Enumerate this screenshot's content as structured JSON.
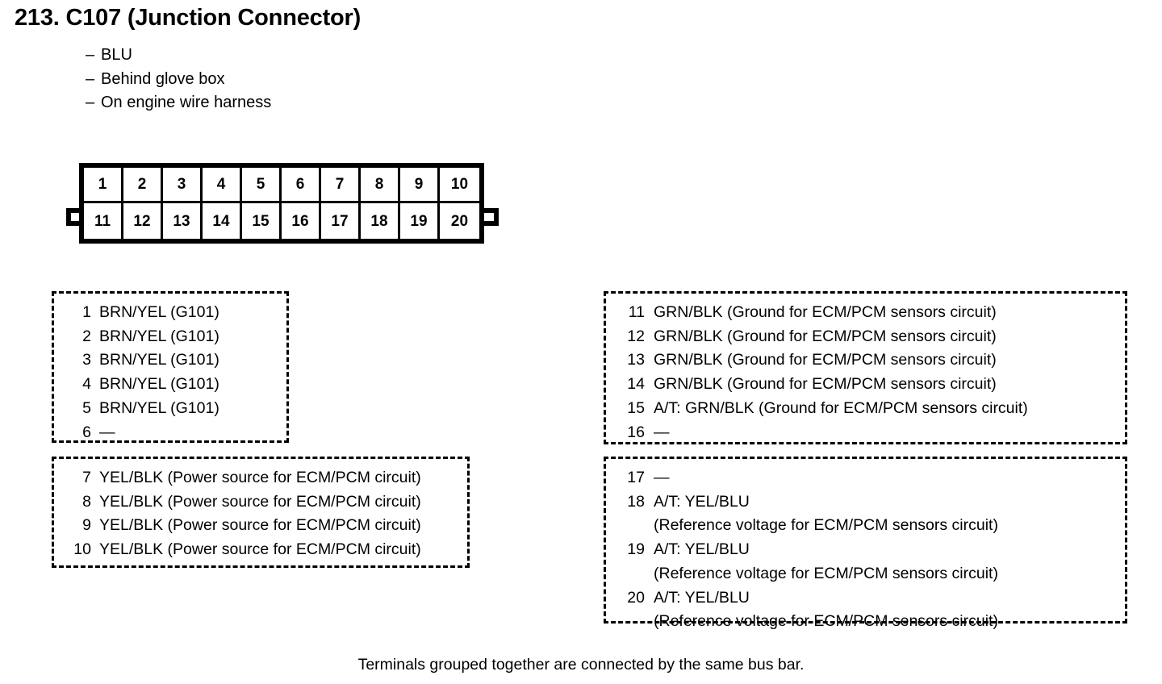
{
  "header": {
    "title": "213. C107 (Junction Connector)",
    "notes": [
      {
        "dash": "–",
        "text": "BLU"
      },
      {
        "dash": "–",
        "text": "Behind glove box"
      },
      {
        "dash": "–",
        "text": "On engine wire harness"
      }
    ]
  },
  "connector": {
    "name": "C107",
    "rows": [
      [
        "1",
        "2",
        "3",
        "4",
        "5",
        "6",
        "7",
        "8",
        "9",
        "10"
      ],
      [
        "11",
        "12",
        "13",
        "14",
        "15",
        "16",
        "17",
        "18",
        "19",
        "20"
      ]
    ]
  },
  "groups": [
    {
      "id": "group-1-6",
      "side": "left",
      "lines": [
        {
          "num": "1",
          "desc": "BRN/YEL (G101)"
        },
        {
          "num": "2",
          "desc": "BRN/YEL (G101)"
        },
        {
          "num": "3",
          "desc": "BRN/YEL (G101)"
        },
        {
          "num": "4",
          "desc": "BRN/YEL (G101)"
        },
        {
          "num": "5",
          "desc": "BRN/YEL (G101)"
        },
        {
          "num": "6",
          "desc": "—"
        }
      ]
    },
    {
      "id": "group-7-10",
      "side": "left",
      "lines": [
        {
          "num": "7",
          "desc": "YEL/BLK (Power source for ECM/PCM circuit)"
        },
        {
          "num": "8",
          "desc": "YEL/BLK (Power source for ECM/PCM circuit)"
        },
        {
          "num": "9",
          "desc": "YEL/BLK (Power source for ECM/PCM circuit)"
        },
        {
          "num": "10",
          "desc": "YEL/BLK (Power source for ECM/PCM circuit)"
        }
      ]
    },
    {
      "id": "group-11-16",
      "side": "right",
      "lines": [
        {
          "num": "11",
          "desc": "GRN/BLK (Ground for ECM/PCM sensors circuit)"
        },
        {
          "num": "12",
          "desc": "GRN/BLK (Ground for ECM/PCM sensors circuit)"
        },
        {
          "num": "13",
          "desc": "GRN/BLK (Ground for ECM/PCM sensors circuit)"
        },
        {
          "num": "14",
          "desc": "GRN/BLK (Ground for ECM/PCM sensors circuit)"
        },
        {
          "num": "15",
          "desc": "A/T: GRN/BLK (Ground for ECM/PCM sensors circuit)"
        },
        {
          "num": "16",
          "desc": "—"
        }
      ]
    },
    {
      "id": "group-17-20",
      "side": "right",
      "lines": [
        {
          "num": "17",
          "desc": "—"
        },
        {
          "num": "18",
          "desc": "A/T: YEL/BLU"
        },
        {
          "num": "18",
          "desc": "(Reference voltage for ECM/PCM sensors circuit)",
          "continuation": true
        },
        {
          "num": "19",
          "desc": "A/T: YEL/BLU"
        },
        {
          "num": "19",
          "desc": "(Reference voltage for ECM/PCM sensors circuit)",
          "continuation": true
        },
        {
          "num": "20",
          "desc": "A/T: YEL/BLU"
        },
        {
          "num": "20",
          "desc": "(Reference voltage for ECM/PCM sensors circuit)",
          "continuation": true
        }
      ]
    }
  ],
  "footer": {
    "caption": "Terminals grouped together are connected by the same bus bar."
  }
}
